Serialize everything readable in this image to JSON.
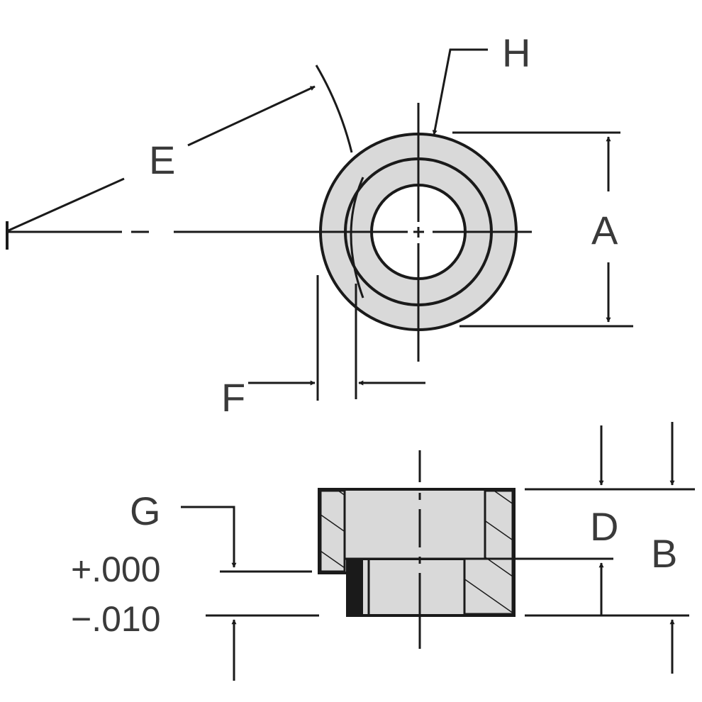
{
  "colors": {
    "line": "#1a1a1a",
    "part_fill": "#d9d9d9",
    "text": "#3a3a3a",
    "background": "#ffffff"
  },
  "labels": {
    "A": "A",
    "B": "B",
    "D": "D",
    "E": "E",
    "F": "F",
    "G": "G",
    "H": "H"
  },
  "tolerance": {
    "upper": "+.000",
    "lower": "−.010"
  }
}
